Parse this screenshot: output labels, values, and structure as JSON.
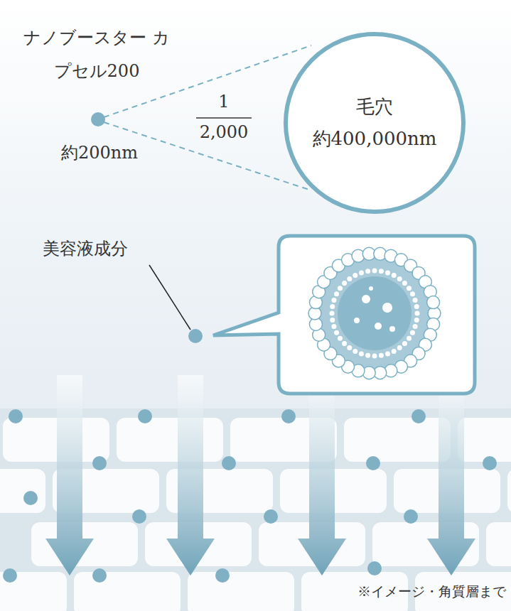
{
  "diagram": {
    "nodes": [
      {
        "text": [
          "毛穴",
          "約400,000nm"
        ]
      }
    ],
    "labels": [
      "ナノブースター カプセル200",
      "約200nm",
      "1",
      "2,000",
      "美容液成分",
      "※イメージ・角質層まで"
    ]
  }
}
